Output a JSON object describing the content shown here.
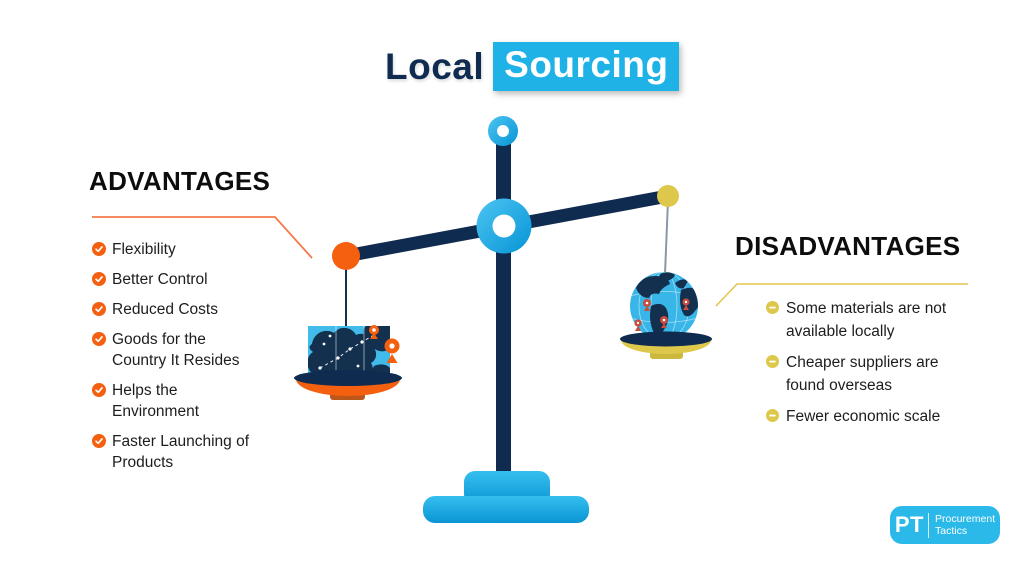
{
  "title": {
    "word1": "Local",
    "word2": "Sourcing"
  },
  "advantages": {
    "heading": "ADVANTAGES",
    "icon": "check-icon",
    "items": [
      "Flexibility",
      "Better Control",
      "Reduced Costs",
      "Goods for the\nCountry It Resides",
      "Helps the\nEnvironment",
      "Faster Launching of\nProducts"
    ]
  },
  "disadvantages": {
    "heading": "DISADVANTAGES",
    "icon": "minus-icon",
    "items": [
      "Some materials are not\navailable locally",
      "Cheaper suppliers are\nfound overseas",
      "Fewer economic scale"
    ]
  },
  "logo": {
    "abbr": "PT",
    "name_line1": "Procurement",
    "name_line2": "Tactics"
  },
  "colors": {
    "navy": "#0f2b50",
    "cyan": "#1fb2e7",
    "orange": "#f4600f",
    "orange_dark": "#bc571c",
    "gold": "#ddc84c",
    "text_dark": "#1d1d1d",
    "heading_black": "#0d0d0d",
    "globe_blue": "#38b6e8",
    "map_blue": "#41bbea",
    "logo_cyan": "#2bb9e9",
    "accent_line_orange": "#f4794a",
    "accent_line_gold": "#e3c54d",
    "pin_red": "#c84b3c",
    "string_gray": "#8a98a6"
  }
}
